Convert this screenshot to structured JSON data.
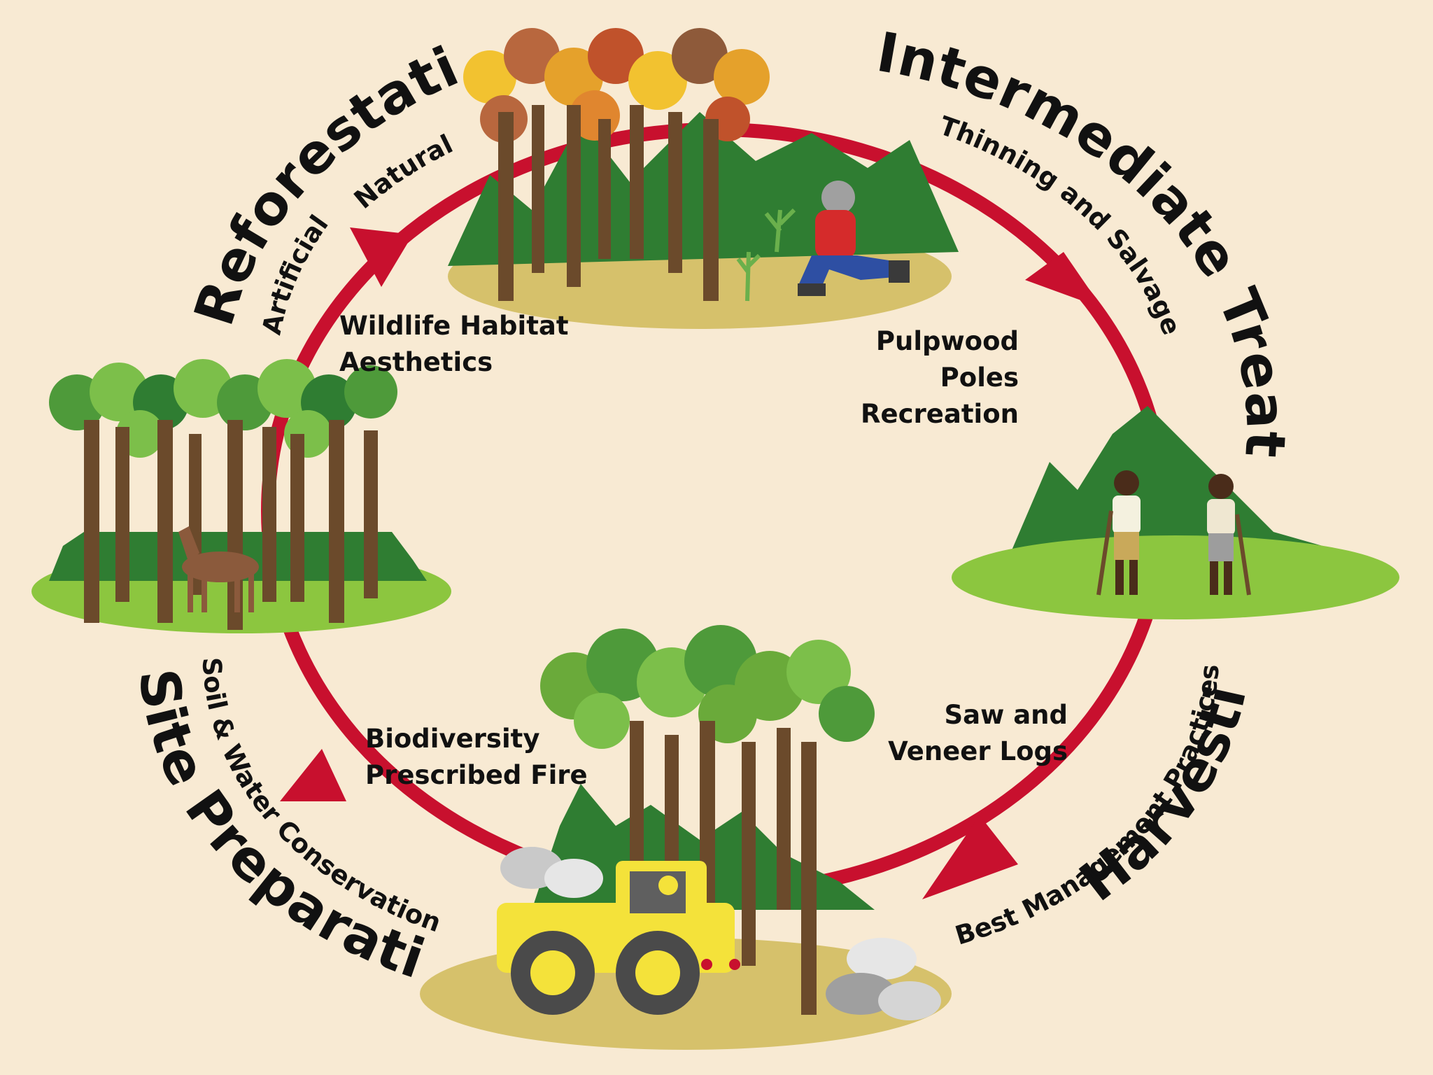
{
  "diagram": {
    "stages": {
      "reforestation": {
        "title": "Reforestation",
        "options": [
          "Artificial",
          "Natural"
        ]
      },
      "intermediate": {
        "title": "Intermediate Treatment",
        "subtitle": "Thinning and Salvage"
      },
      "harvesting": {
        "title": "Harvesting",
        "subtitle": "Best Management Practices"
      },
      "site_prep": {
        "title": "Site Preparation",
        "subtitle": "Soil & Water Conservation"
      }
    },
    "notes": {
      "top_left": [
        "Wildlife Habitat",
        "Aesthetics"
      ],
      "top_right": [
        "Pulpwood",
        "Poles",
        "Recreation"
      ],
      "bottom_right": [
        "Saw and",
        "Veneer Logs"
      ],
      "bottom_left": [
        "Biodiversity",
        "Prescribed Fire"
      ]
    },
    "colors": {
      "background": "#f8ead3",
      "cycle_arrow": "#c8102e",
      "foliage_dark": "#2f7d32",
      "foliage_light": "#8cc63f",
      "ground": "#d6c16b",
      "trunk": "#6b4a2b"
    }
  }
}
